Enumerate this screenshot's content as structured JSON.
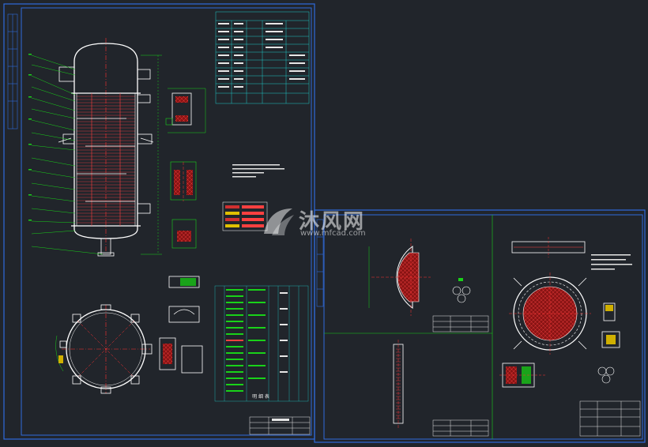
{
  "watermark": {
    "title": "沐风网",
    "url": "www.mfcad.com"
  },
  "sheet1": {
    "table_footer_label": "明 细 表",
    "nozzle_table_title": "管 口 表",
    "spec_title": "技术特性表"
  },
  "colors": {
    "background": "#21252b",
    "frame": "#2f6bdc",
    "geometry": "#ffffff",
    "dimension": "#19d219",
    "centerline": "#ff3030",
    "hatch": "#b01818",
    "table_line": "#21c9c9",
    "text": "#e6e6e6"
  }
}
